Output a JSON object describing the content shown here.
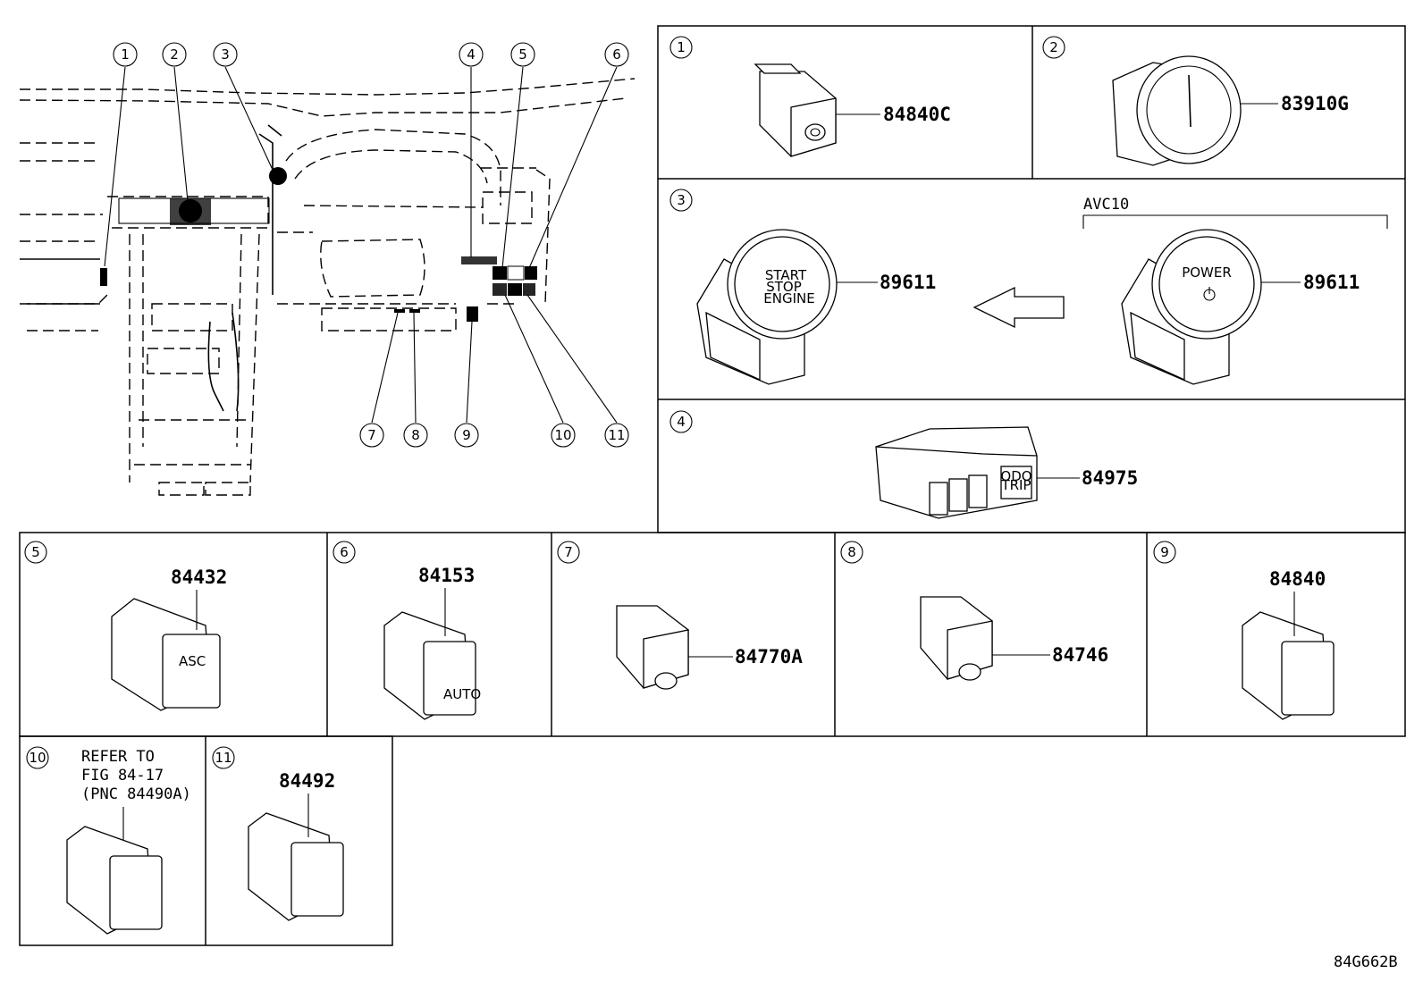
{
  "callout_numbers": [
    "1",
    "2",
    "3",
    "4",
    "5",
    "6",
    "7",
    "8",
    "9",
    "10",
    "11"
  ],
  "parts": {
    "p1": "84840C",
    "p2": "83910G",
    "p3_left": "89611",
    "p3_right": "89611",
    "p3_variant": "AVC10",
    "p4": "84975",
    "p5": "84432",
    "p6": "84153",
    "p7": "84770A",
    "p8": "84746",
    "p9": "84840",
    "p10_note": [
      "REFER TO",
      "FIG 84-17",
      "(PNC 84490A)"
    ],
    "p11": "84492"
  },
  "button_text": {
    "start_stop": [
      "START",
      "STOP",
      "ENGINE"
    ],
    "power": "POWER",
    "asc": "ASC",
    "auto": "AUTO",
    "odo_trip": [
      "ODO",
      "TRIP"
    ]
  },
  "figure_code": "84G662B"
}
